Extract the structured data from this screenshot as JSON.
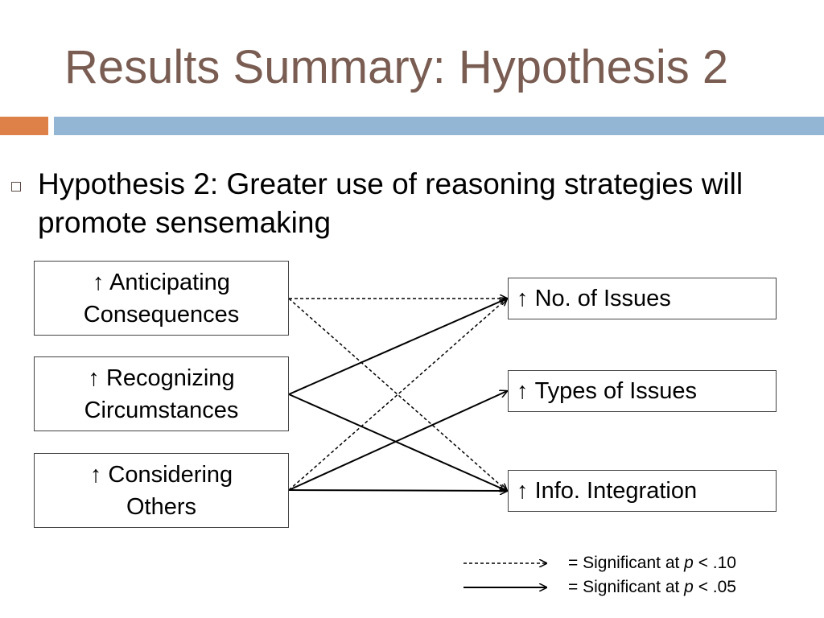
{
  "slide": {
    "title": "Results Summary: Hypothesis 2",
    "bullet": "Hypothesis 2: Greater use of reasoning strategies will promote sensemaking"
  },
  "diagram": {
    "arrow_glyph": "↑",
    "predictors": [
      {
        "line1": "Anticipating",
        "line2": "Consequences"
      },
      {
        "line1": "Recognizing",
        "line2": "Circumstances"
      },
      {
        "line1": "Considering",
        "line2": "Others"
      }
    ],
    "outcomes": [
      {
        "label": "No. of Issues"
      },
      {
        "label": "Types of Issues"
      },
      {
        "label": "Info. Integration"
      }
    ],
    "paths": [
      {
        "from": 0,
        "to": 0,
        "significance": "p < .10"
      },
      {
        "from": 0,
        "to": 2,
        "significance": "p < .10"
      },
      {
        "from": 1,
        "to": 0,
        "significance": "p < .05"
      },
      {
        "from": 1,
        "to": 2,
        "significance": "p < .05"
      },
      {
        "from": 2,
        "to": 0,
        "significance": "p < .10"
      },
      {
        "from": 2,
        "to": 1,
        "significance": "p < .05"
      },
      {
        "from": 2,
        "to": 2,
        "significance": "p < .05"
      }
    ]
  },
  "legend": {
    "dashed": {
      "prefix": "= Significant at ",
      "var": "p",
      "suffix": " < .10"
    },
    "solid": {
      "prefix": "= Significant at ",
      "var": "p",
      "suffix": " < .05"
    }
  }
}
